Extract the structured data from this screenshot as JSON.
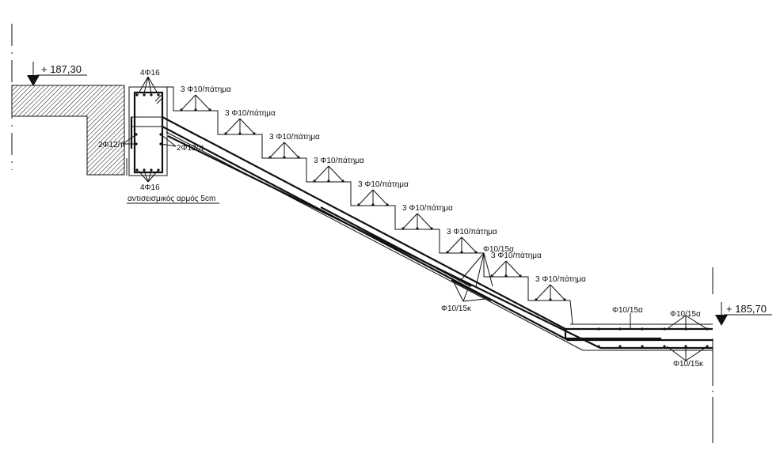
{
  "levels": {
    "top": "+ 187,30",
    "bottom": "+ 185,70"
  },
  "beam": {
    "top_bars": "4Φ16",
    "bottom_bars": "4Φ16",
    "left_stirrups": "2Φ12/π",
    "right_stirrups": "2Φ12/π"
  },
  "joint_label": "αντισεισμικός αρμός 5cm",
  "step_label": "3 Φ10/πάτημα",
  "step_count": 9,
  "rebar": {
    "upper_slab": "Φ10/15α",
    "lower_slab": "Φ10/15κ",
    "landing_upper_1": "Φ10/15α",
    "landing_upper_2": "Φ10/15α",
    "landing_lower": "Φ10/15κ"
  }
}
